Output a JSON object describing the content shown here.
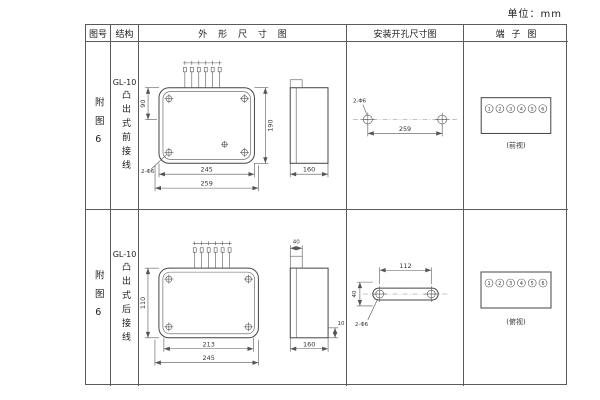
{
  "page": {
    "unit_label": "单位：mm"
  },
  "table": {
    "headers": {
      "figure": "图号",
      "structure": "结构",
      "outline": "外 形 尺 寸 图",
      "install": "安装开孔尺寸图",
      "terminal": "端 子 图"
    },
    "rows": [
      {
        "figure_no": "附图6",
        "model": "GL-10",
        "structure": "凸出式前接线",
        "outline": {
          "w1": "245",
          "w2": "259",
          "h": "190",
          "d": "160",
          "t": "90",
          "hole": "2-Φ6"
        },
        "install": {
          "span": "259",
          "hole": "2-Φ6"
        },
        "terminal": {
          "numbers": [
            "1",
            "2",
            "3",
            "4",
            "5",
            "6"
          ],
          "caption": "(前视)"
        }
      },
      {
        "figure_no": "附图6",
        "model": "GL-10",
        "structure": "凸出式后接线",
        "outline": {
          "w1": "213",
          "w2": "245",
          "h": "110",
          "d": "160",
          "t": "40",
          "b": "10"
        },
        "install": {
          "span": "112",
          "v": "40",
          "hole": "2-Φ6"
        },
        "terminal": {
          "numbers": [
            "1",
            "2",
            "3",
            "4",
            "5",
            "6"
          ],
          "caption": "(俯视)"
        }
      }
    ]
  }
}
